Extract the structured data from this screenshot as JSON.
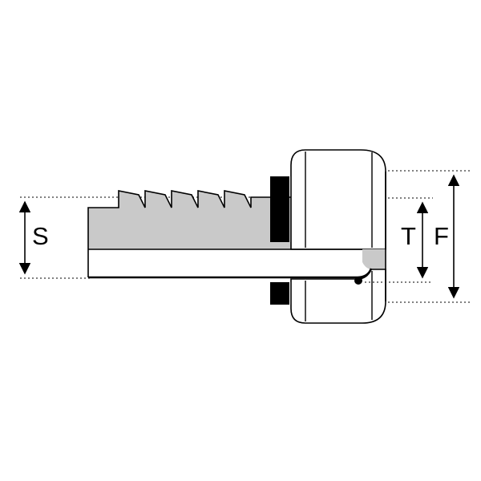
{
  "labels": {
    "s": "S",
    "t": "T",
    "f": "F"
  },
  "colors": {
    "body": "#c9c9c9",
    "outline": "#000000",
    "background": "#ffffff",
    "seal": "#000000"
  }
}
